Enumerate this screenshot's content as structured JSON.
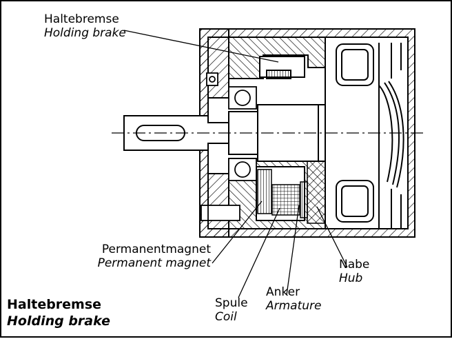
{
  "labels": {
    "top_brake": {
      "de": "Haltebremse",
      "en": "Holding brake"
    },
    "permanent_magnet": {
      "de": "Permanentmagnet",
      "en": "Permanent magnet"
    },
    "coil": {
      "de": "Spule",
      "en": "Coil"
    },
    "armature": {
      "de": "Anker",
      "en": "Armature"
    },
    "hub": {
      "de": "Nabe",
      "en": "Hub"
    }
  },
  "title": {
    "de": "Haltebremse",
    "en": "Holding brake"
  }
}
